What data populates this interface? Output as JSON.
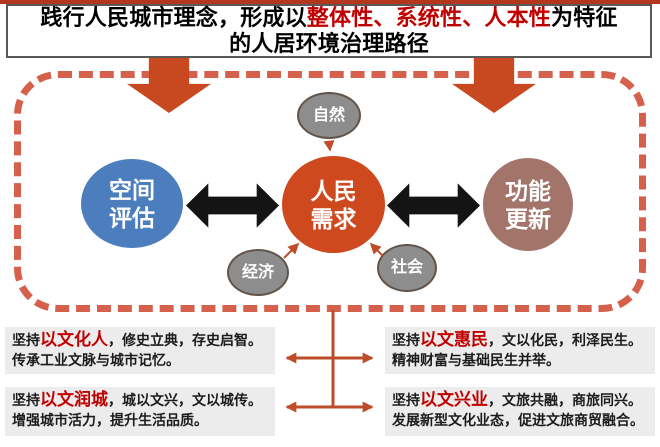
{
  "title": {
    "part1": "践行人民城市理念，形成以",
    "part2": "整体性、系统性、人本性",
    "part3": "为特征",
    "line2": "的人居环境治理路径"
  },
  "nodes": {
    "space": {
      "line1": "空间",
      "line2": "评估",
      "color": "#4c7ebd"
    },
    "people": {
      "line1": "人民",
      "line2": "需求",
      "color": "#ce491e"
    },
    "function": {
      "line1": "功能",
      "line2": "更新",
      "color": "#a3746a"
    },
    "nature": {
      "label": "自然",
      "color": "#8d8d8d"
    },
    "economy": {
      "label": "经济",
      "color": "#8d8d8d"
    },
    "society": {
      "label": "社会",
      "color": "#8d8d8d"
    }
  },
  "strategies": [
    {
      "prefix": "坚持",
      "keyword": "以文化人",
      "tail": "，修史立典，存史启智。",
      "line2": "传承工业文脉与城市记忆。"
    },
    {
      "prefix": "坚持",
      "keyword": "以文惠民",
      "tail": "，文以化民，利泽民生。",
      "line2": "精神财富与基础民生并举。"
    },
    {
      "prefix": "坚持",
      "keyword": "以文润城",
      "tail": "，城以文兴，文以城传。",
      "line2": "增强城市活力，提升生活品质。"
    },
    {
      "prefix": "坚持",
      "keyword": "以文兴业",
      "tail": "，文旅共融，商旅同兴。",
      "line2": "发展新型文化业态，促进文旅商贸融合。"
    }
  ],
  "colors": {
    "title_red": "#c00000",
    "top_strip": "#b4371d",
    "big_arrow": "#c8491f",
    "dashed_border": "#d5604b",
    "black_arrow": "#141414",
    "connector": "#bf4c28",
    "block_bg": "#ececec",
    "keyword_red": "#c00000"
  }
}
